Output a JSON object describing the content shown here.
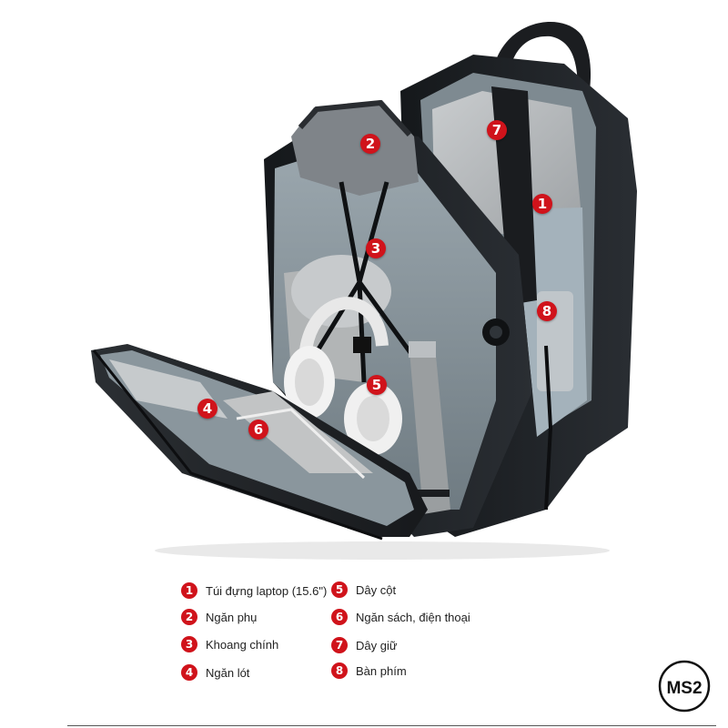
{
  "colors": {
    "marker": "#d0131b",
    "bag_dark": "#1e2125",
    "bag_grey": "#767b80",
    "lining": "#8b979e"
  },
  "markers": [
    "1",
    "2",
    "3",
    "4",
    "5",
    "6",
    "7",
    "8"
  ],
  "legend": [
    {
      "num": "1",
      "text": "Túi đựng laptop (15.6\")"
    },
    {
      "num": "2",
      "text": "Ngăn phụ"
    },
    {
      "num": "3",
      "text": "Khoang chính"
    },
    {
      "num": "4",
      "text": "Ngăn lót"
    },
    {
      "num": "5",
      "text": "Dây cột"
    },
    {
      "num": "6",
      "text": "Ngăn sách, điện thoại"
    },
    {
      "num": "7",
      "text": "Dây giữ"
    },
    {
      "num": "8",
      "text": "Bàn phím"
    }
  ],
  "logo": {
    "text": "MS2",
    "icon": "ms2-logo-icon"
  }
}
